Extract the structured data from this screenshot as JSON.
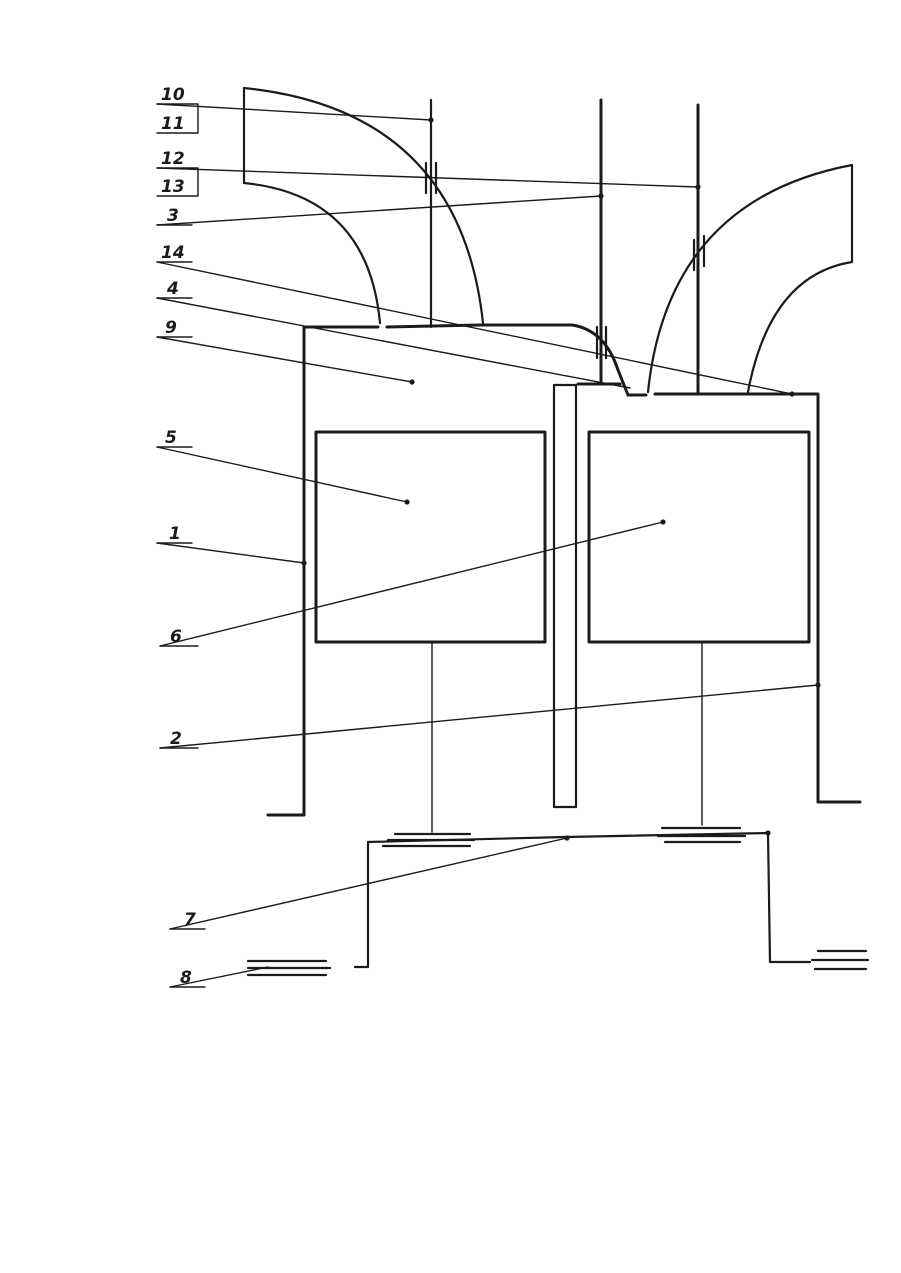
{
  "labels": {
    "l10": "10",
    "l11": "11",
    "l12": "12",
    "l13": "13",
    "l3": "3",
    "l14": "14",
    "l4": "4",
    "l9": "9",
    "l5": "5",
    "l1": "1",
    "l6": "6",
    "l2": "2",
    "l7": "7",
    "l8": "8"
  }
}
